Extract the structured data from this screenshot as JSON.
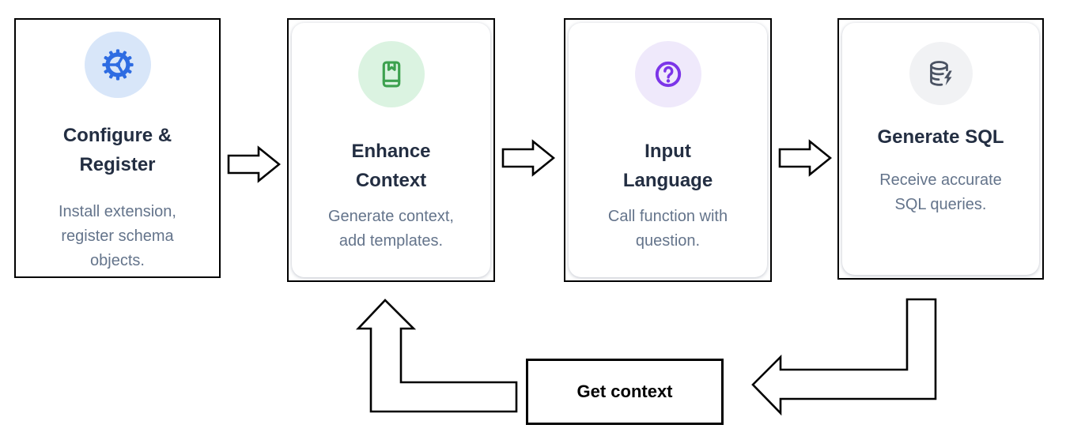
{
  "diagram": {
    "steps": [
      {
        "title_lines": [
          "Configure &",
          "Register"
        ],
        "desc_lines": [
          "Install extension,",
          "register schema",
          "objects."
        ],
        "icon": "gear-icon",
        "icon_color": "#2e6ce2",
        "icon_bg": "#d8e6f9"
      },
      {
        "title_lines": [
          "Enhance",
          "Context"
        ],
        "desc_lines": [
          "Generate context,",
          "add templates."
        ],
        "icon": "book-bookmark-icon",
        "icon_color": "#3da14f",
        "icon_bg": "#dbf3e1"
      },
      {
        "title_lines": [
          "Input",
          "Language"
        ],
        "desc_lines": [
          "Call function with",
          "question."
        ],
        "icon": "help-circle-icon",
        "icon_color": "#7c35e8",
        "icon_bg": "#efe9fb"
      },
      {
        "title_lines": [
          "Generate SQL"
        ],
        "desc_lines": [
          "Receive accurate",
          "SQL queries."
        ],
        "icon": "database-bolt-icon",
        "icon_color": "#4a5262",
        "icon_bg": "#f1f2f4"
      }
    ],
    "loop_label": "Get context",
    "colors": {
      "title_text": "#232e42",
      "description_text": "#64748b",
      "card_border": "#000000",
      "arrow_outline": "#000000",
      "card_background": "#ffffff"
    }
  }
}
